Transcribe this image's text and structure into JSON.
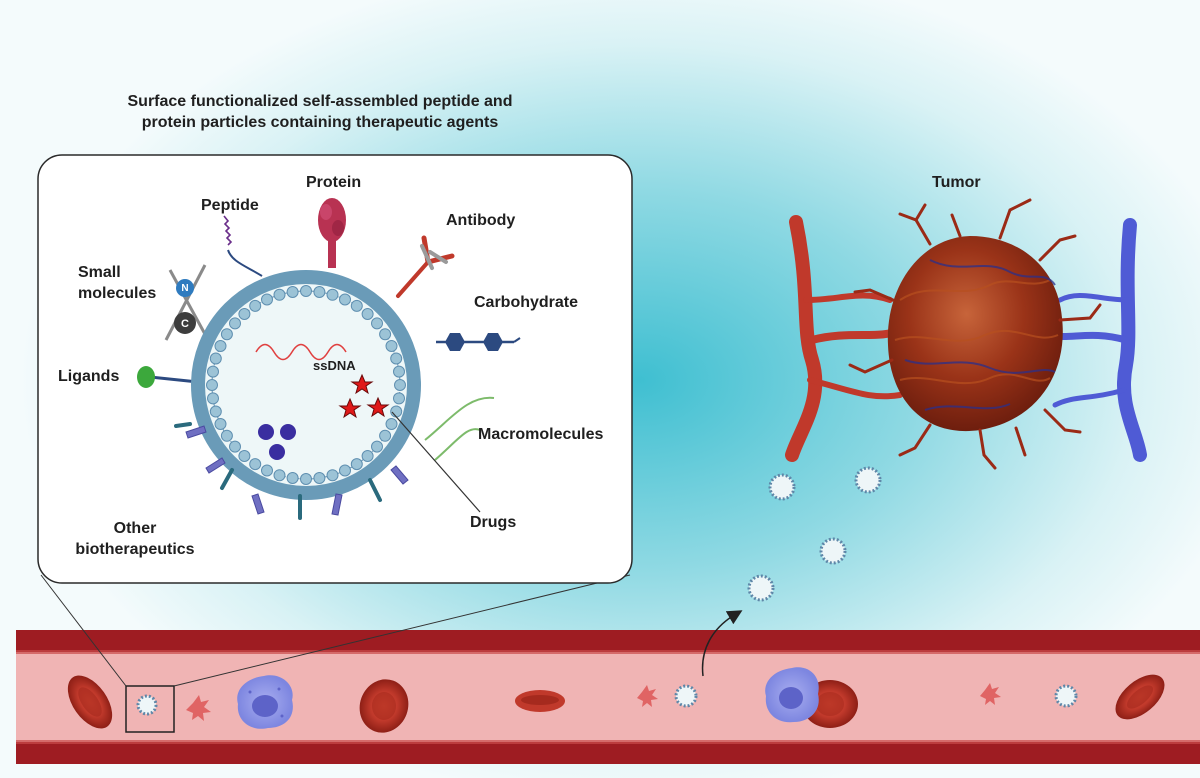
{
  "title": "Surface functionalized self-assembled peptide and\nprotein particles containing therapeutic agents",
  "labels": {
    "protein": "Protein",
    "peptide": "Peptide",
    "antibody": "Antibody",
    "small_molecules": "Small\nmolecules",
    "carbohydrate": "Carbohydrate",
    "ligands": "Ligands",
    "ssdna": "ssDNA",
    "macromolecules": "Macromolecules",
    "drugs": "Drugs",
    "other_biotherapeutics": "Other\nbiotherapeutics",
    "tumor": "Tumor"
  },
  "atoms": {
    "nitrogen": "N",
    "carbon": "C"
  },
  "colors": {
    "vessel_wall": "#9e1c22",
    "vessel_lumen": "#f0b4b4",
    "red_blood_cell": "#b3261e",
    "immune_cell": "#8f96e8",
    "platelet": "#e06464",
    "particle_shell": "#6a9bb8",
    "artery": "#c0392b",
    "vein": "#4f5bd5",
    "tumor_mass": "#8e2b1a",
    "drug_star": "#e01919",
    "ssdna": "#e04040",
    "ligand": "#3ca83c",
    "carbohydrate": "#2c4a80",
    "biotherapeutic": "#6f6fc2"
  }
}
